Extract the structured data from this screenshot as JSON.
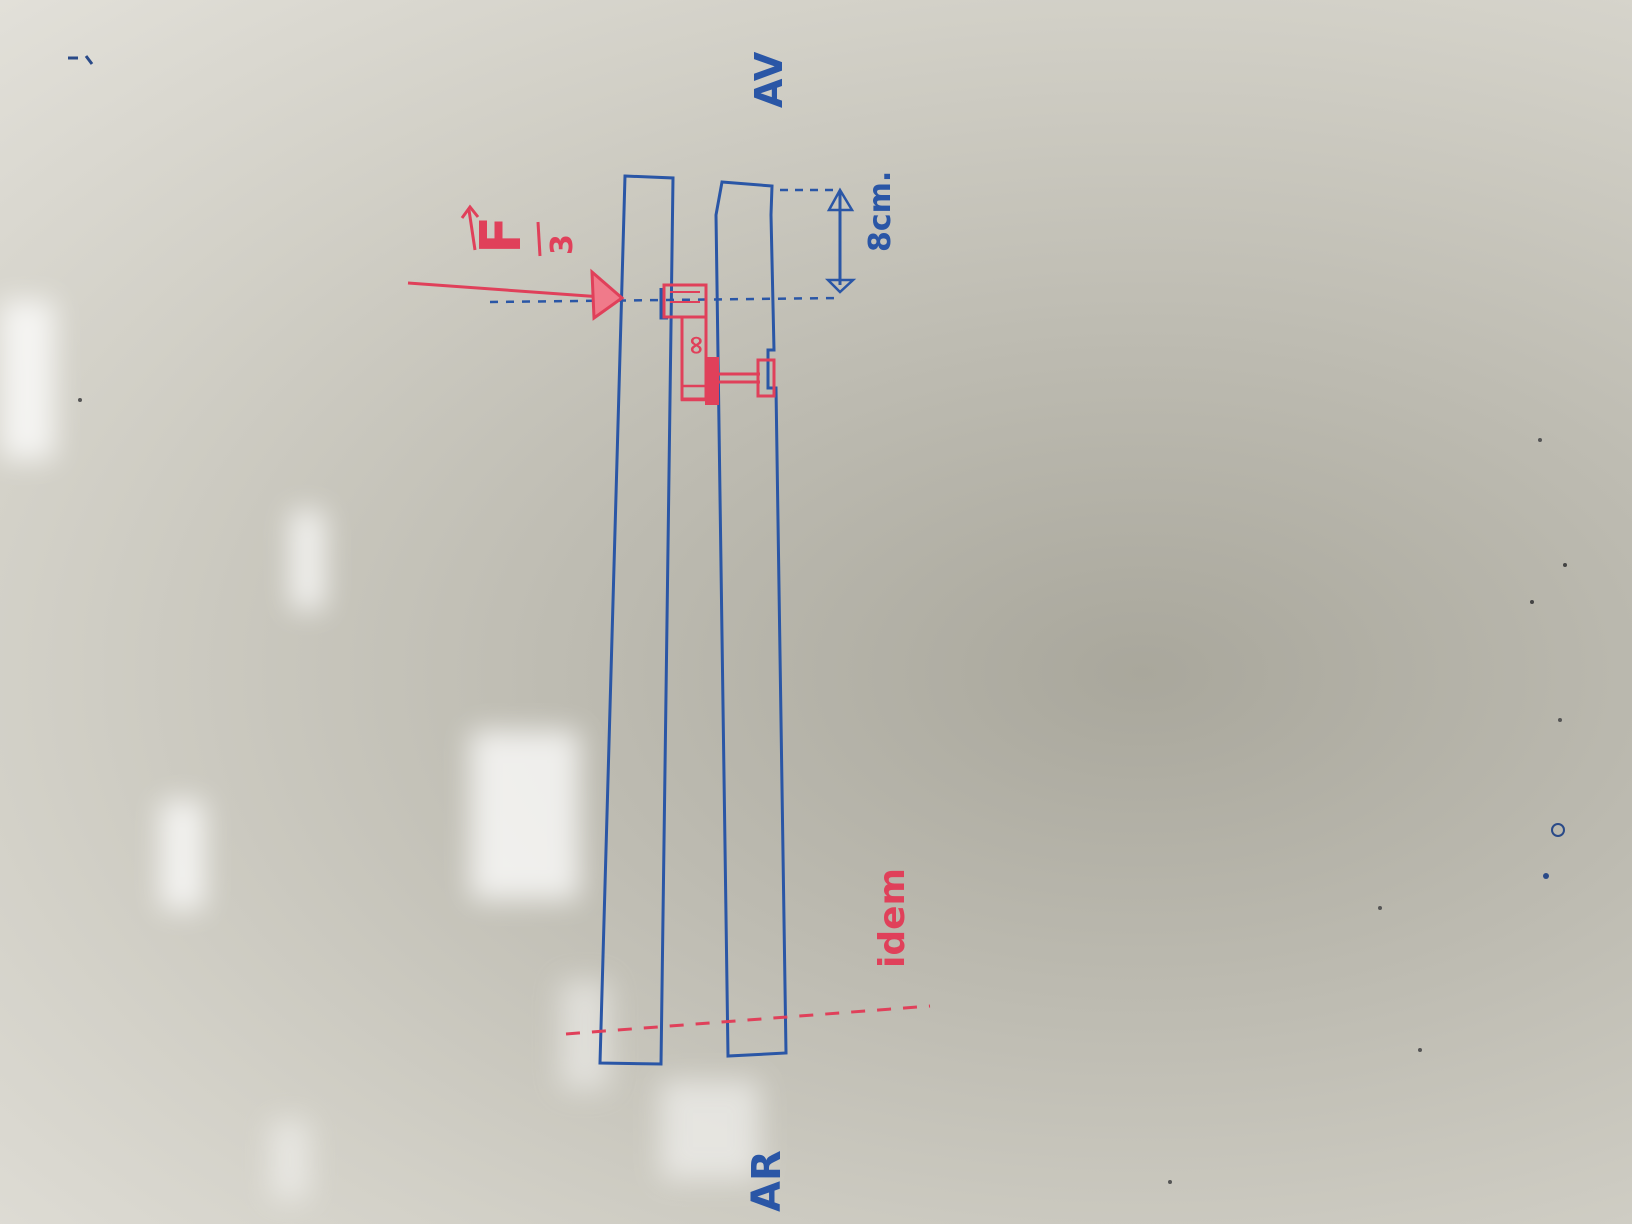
{
  "whiteboard": {
    "labels": {
      "front": "AV",
      "rear": "AR",
      "dimension": "8cm.",
      "force_f": "F",
      "force_sub": "3",
      "same_note": "idem"
    },
    "colors": {
      "board": "#d2d0c7",
      "blue_marker": "#2a56a6",
      "red_marker": "#e0405a"
    }
  }
}
